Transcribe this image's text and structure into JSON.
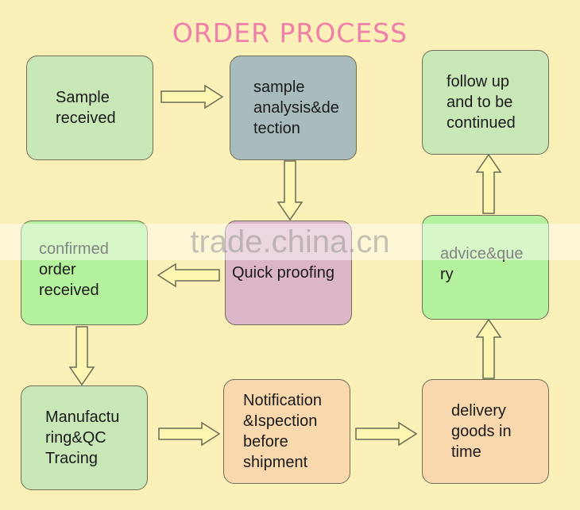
{
  "title": "ORDER PROCESS",
  "watermark": "trade.china.cn",
  "colors": {
    "background": "#fbf0b8",
    "title": "#ee7fa8",
    "green": "#c8e8b8",
    "bright_green": "#b5f29d",
    "grey_blue": "#a9bcbd",
    "pink": "#dcb5c8",
    "peach": "#f8d8ac",
    "arrow_fill": "#fdf6b3",
    "arrow_stroke": "#6b6b55"
  },
  "nodes": [
    {
      "id": "b1",
      "text": "Sample\nreceived"
    },
    {
      "id": "b2",
      "text": "sample\nanalysis&de\ntection"
    },
    {
      "id": "b3",
      "text": "follow up\nand to be\ncontinued"
    },
    {
      "id": "b4",
      "text": "confirmed\norder\nreceived"
    },
    {
      "id": "b5",
      "text": "Quick proofing"
    },
    {
      "id": "b6",
      "text": "advice&que\nry"
    },
    {
      "id": "b7",
      "text": "Manufactu\nring&QC\nTracing"
    },
    {
      "id": "b8",
      "text": "Notification\n&Ispection\nbefore\nshipment"
    },
    {
      "id": "b9",
      "text": "delivery\ngoods in\ntime"
    }
  ],
  "edges": [
    {
      "from": "b1",
      "to": "b2"
    },
    {
      "from": "b2",
      "to": "b5"
    },
    {
      "from": "b5",
      "to": "b4"
    },
    {
      "from": "b4",
      "to": "b7"
    },
    {
      "from": "b7",
      "to": "b8"
    },
    {
      "from": "b8",
      "to": "b9"
    },
    {
      "from": "b9",
      "to": "b6"
    },
    {
      "from": "b6",
      "to": "b3"
    }
  ]
}
